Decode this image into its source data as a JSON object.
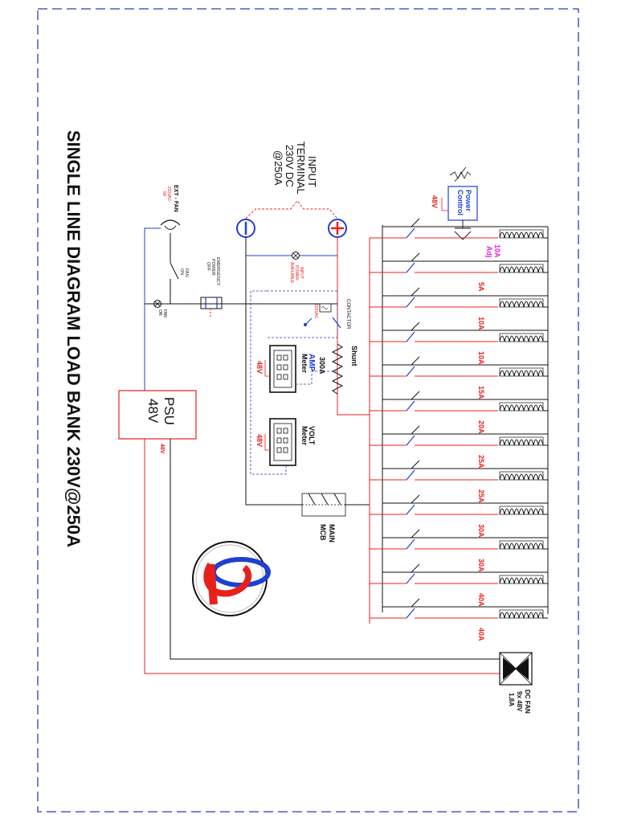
{
  "title": "SINGLE LINE DIAGRAM LOAD BANK 230V@250A",
  "input_terminal": [
    "INPUT",
    "TERMINAL",
    "230V DC",
    "@250A"
  ],
  "ext_fan": {
    "label": "EXT - FAN",
    "rating": [
      "220VAC",
      "5A"
    ]
  },
  "fan_on": [
    "FAN",
    "ON"
  ],
  "emergency": [
    "EMERGENCY",
    "POWER",
    "OFF"
  ],
  "input_power": [
    "INPUT",
    "POWER",
    "AVAILABLE"
  ],
  "contactor": {
    "label": "CONTACTOR",
    "coil": "220VAC"
  },
  "shunt": {
    "label": "Shunt",
    "rating": "300A"
  },
  "amp_meter": {
    "name": "AMP",
    "word": "Meter",
    "supply": "48V"
  },
  "volt_meter": {
    "name": "VOLT",
    "word": "Meter",
    "supply": "48V"
  },
  "main_mcb": [
    "MAIN",
    "MCB"
  ],
  "psu": {
    "name": "PSU",
    "voltage": "48V",
    "out": "48V"
  },
  "power_control": {
    "label": [
      "Power",
      "Control"
    ],
    "supply": "48V",
    "note": [
      "10A",
      "Adj"
    ]
  },
  "dc_fan": [
    "DC FAN",
    "9x 48V",
    "1,8A"
  ],
  "loads": [
    "5A",
    "10A",
    "10A",
    "15A",
    "20A",
    "25A",
    "25A",
    "30A",
    "30A",
    "40A",
    "40A"
  ],
  "colors": {
    "border": "#2a3fb0",
    "hot": "#e8201c",
    "neg": "#1f3fd0",
    "black": "#111111",
    "magenta": "#e51ee5"
  }
}
